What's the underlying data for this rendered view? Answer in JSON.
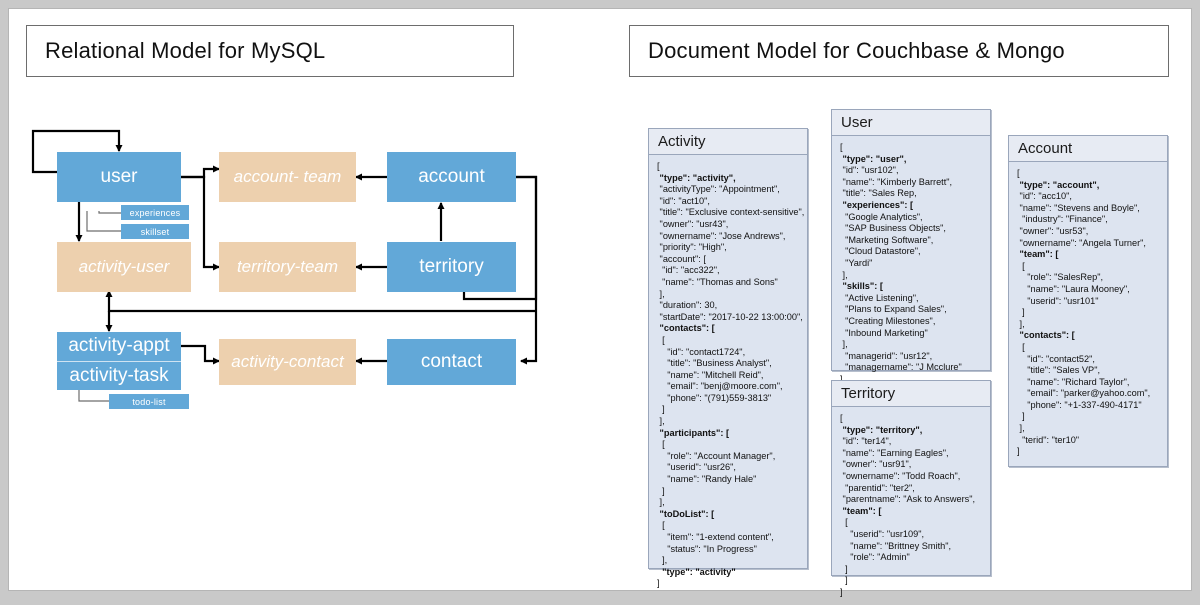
{
  "panels": {
    "left_title": "Relational Model for MySQL",
    "right_title": "Document Model for Couchbase & Mongo"
  },
  "colors": {
    "entity_blue": "#62a8d8",
    "join_tan": "#edd0ae",
    "doc_body": "#dde4f0",
    "doc_header": "#e7ebf3",
    "doc_border": "#9aa6bb",
    "canvas": "#c9c9c9"
  },
  "relational": {
    "entities": [
      {
        "id": "user",
        "label": "user",
        "kind": "table"
      },
      {
        "id": "account-team",
        "label": "account- team",
        "kind": "join"
      },
      {
        "id": "account",
        "label": "account",
        "kind": "table"
      },
      {
        "id": "activity-user",
        "label": "activity-user",
        "kind": "join"
      },
      {
        "id": "territory-team",
        "label": "territory-team",
        "kind": "join"
      },
      {
        "id": "territory",
        "label": "territory",
        "kind": "table"
      },
      {
        "id": "activity-appt",
        "label": "activity-appt",
        "kind": "table"
      },
      {
        "id": "activity-task",
        "label": "activity-task",
        "kind": "table"
      },
      {
        "id": "activity-contact",
        "label": "activity-contact",
        "kind": "join"
      },
      {
        "id": "contact",
        "label": "contact",
        "kind": "table"
      }
    ],
    "child_tables": [
      {
        "id": "experiences",
        "label": "experiences",
        "parent": "user"
      },
      {
        "id": "skillset",
        "label": "skillset",
        "parent": "user"
      },
      {
        "id": "todo-list",
        "label": "todo-list",
        "parent": "activity-task"
      }
    ]
  },
  "documents": [
    {
      "id": "activity",
      "title": "Activity",
      "lines": [
        {
          "t": "["
        },
        {
          "t": " \"type\": \"activity\",",
          "b": true
        },
        {
          "t": " \"activityType\": \"Appointment\","
        },
        {
          "t": " \"id\": \"act10\","
        },
        {
          "t": " \"title\": \"Exclusive context-sensitive\","
        },
        {
          "t": " \"owner\": \"usr43\","
        },
        {
          "t": " \"ownername\": \"Jose Andrews\","
        },
        {
          "t": " \"priority\": \"High\","
        },
        {
          "t": " \"account\": ["
        },
        {
          "t": "  \"id\": \"acc322\","
        },
        {
          "t": "  \"name\": \"Thomas and Sons\""
        },
        {
          "t": " ],"
        },
        {
          "t": " \"duration\": 30,"
        },
        {
          "t": " \"startDate\": \"2017-10-22 13:00:00\","
        },
        {
          "t": " \"contacts\": [",
          "b": true
        },
        {
          "t": "  ["
        },
        {
          "t": "    \"id\": \"contact1724\","
        },
        {
          "t": "    \"title\": \"Business Analyst\","
        },
        {
          "t": "    \"name\": \"Mitchell Reid\","
        },
        {
          "t": "    \"email\": \"benj@moore.com\","
        },
        {
          "t": "    \"phone\": \"(791)559-3813\""
        },
        {
          "t": "  ]"
        },
        {
          "t": " ],"
        },
        {
          "t": " \"participants\": [",
          "b": true
        },
        {
          "t": "  ["
        },
        {
          "t": "    \"role\": \"Account Manager\","
        },
        {
          "t": "    \"userid\": \"usr26\","
        },
        {
          "t": "    \"name\": \"Randy Hale\""
        },
        {
          "t": "  ]"
        },
        {
          "t": " ],"
        },
        {
          "t": " \"toDoList\": [",
          "b": true
        },
        {
          "t": "  ["
        },
        {
          "t": "    \"item\": \"1-extend content\","
        },
        {
          "t": "    \"status\": \"In Progress\""
        },
        {
          "t": "  ],"
        },
        {
          "t": "  \"type\": \"activity\"",
          "b": true
        },
        {
          "t": "]"
        }
      ]
    },
    {
      "id": "user",
      "title": "User",
      "lines": [
        {
          "t": "["
        },
        {
          "t": " \"type\": \"user\",",
          "b": true
        },
        {
          "t": " \"id\": \"usr102\","
        },
        {
          "t": " \"name\": \"Kimberly Barrett\","
        },
        {
          "t": " \"title\": \"Sales Rep,"
        },
        {
          "t": " \"experiences\": [",
          "b": true
        },
        {
          "t": "  \"Google Analytics\","
        },
        {
          "t": "  \"SAP Business Objects\","
        },
        {
          "t": "  \"Marketing Software\","
        },
        {
          "t": "  \"Cloud Datastore\","
        },
        {
          "t": "  \"Yardi\""
        },
        {
          "t": " ],"
        },
        {
          "t": " \"skills\": [",
          "b": true
        },
        {
          "t": "  \"Active Listening\","
        },
        {
          "t": "  \"Plans to Expand Sales\","
        },
        {
          "t": "  \"Creating Milestones\","
        },
        {
          "t": "  \"Inbound Marketing\""
        },
        {
          "t": " ],"
        },
        {
          "t": "  \"managerid\": \"usr12\","
        },
        {
          "t": "  \"managername\": \"J Mcclure\""
        },
        {
          "t": "]"
        }
      ]
    },
    {
      "id": "territory",
      "title": "Territory",
      "lines": [
        {
          "t": "["
        },
        {
          "t": " \"type\": \"territory\",",
          "b": true
        },
        {
          "t": " \"id\": \"ter14\","
        },
        {
          "t": " \"name\": \"Earning Eagles\","
        },
        {
          "t": " \"owner\": \"usr91\","
        },
        {
          "t": " \"ownername\": \"Todd Roach\","
        },
        {
          "t": "  \"parentid\": \"ter2\","
        },
        {
          "t": " \"parentname\": \"Ask to Answers\","
        },
        {
          "t": " \"team\": [",
          "b": true
        },
        {
          "t": "  ["
        },
        {
          "t": "    \"userid\": \"usr109\","
        },
        {
          "t": "    \"name\": \"Brittney Smith\","
        },
        {
          "t": "    \"role\": \"Admin\""
        },
        {
          "t": "  ]"
        },
        {
          "t": "  ]"
        },
        {
          "t": "]"
        }
      ]
    },
    {
      "id": "account",
      "title": "Account",
      "lines": [
        {
          "t": "["
        },
        {
          "t": " \"type\": \"account\",",
          "b": true
        },
        {
          "t": " \"id\": \"acc10\","
        },
        {
          "t": " \"name\": \"Stevens and Boyle\","
        },
        {
          "t": "  \"industry\": \"Finance\","
        },
        {
          "t": " \"owner\": \"usr53\","
        },
        {
          "t": " \"ownername\": \"Angela Turner\","
        },
        {
          "t": " \"team\": [",
          "b": true
        },
        {
          "t": "  ["
        },
        {
          "t": "    \"role\": \"SalesRep\","
        },
        {
          "t": "    \"name\": \"Laura Mooney\","
        },
        {
          "t": "    \"userid\": \"usr101\""
        },
        {
          "t": "  ]"
        },
        {
          "t": " ],"
        },
        {
          "t": " \"contacts\": [",
          "b": true
        },
        {
          "t": "  ["
        },
        {
          "t": "    \"id\": \"contact52\","
        },
        {
          "t": "    \"title\": \"Sales VP\","
        },
        {
          "t": "    \"name\": \"Richard Taylor\","
        },
        {
          "t": "    \"email\": \"parker@yahoo.com\","
        },
        {
          "t": "    \"phone\": \"+1-337-490-4171\""
        },
        {
          "t": "  ]"
        },
        {
          "t": " ],"
        },
        {
          "t": "  \"terid\": \"ter10\""
        },
        {
          "t": "]"
        }
      ]
    }
  ]
}
